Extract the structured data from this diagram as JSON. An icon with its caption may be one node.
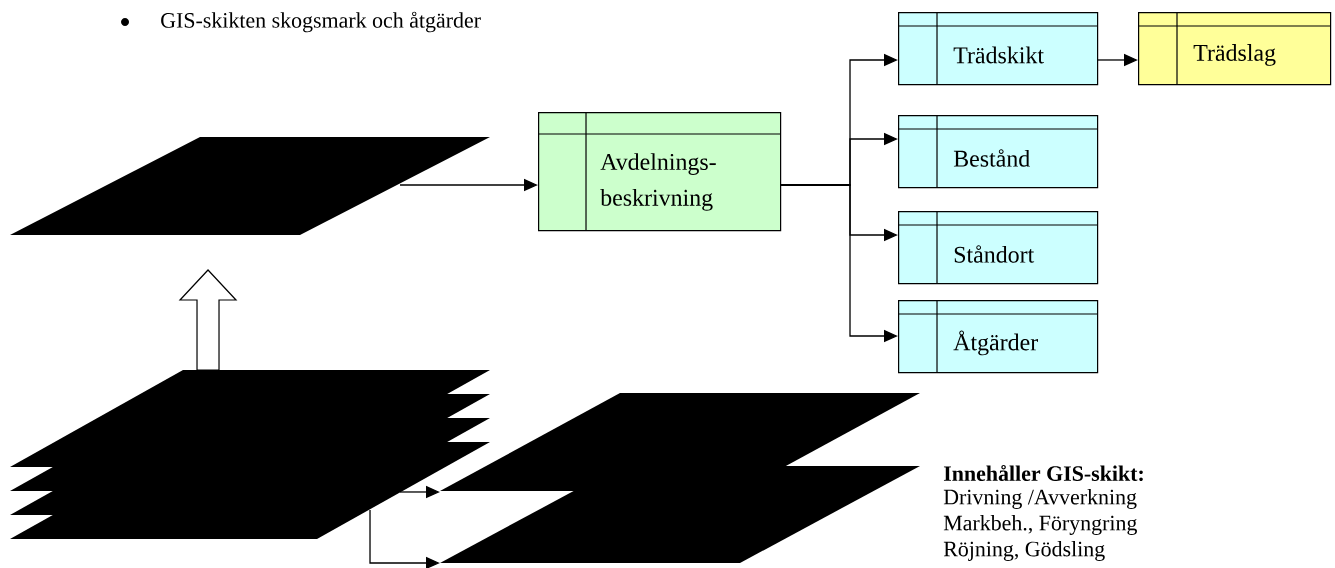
{
  "diagram": {
    "nodes": [
      {
        "text": [],
        "shape": "parallelogram"
      },
      {
        "text": [
          "Avdelnings- beskrivning"
        ]
      },
      {
        "text": [
          "Trädskikt"
        ]
      },
      {
        "text": [
          "Trädslag"
        ]
      },
      {
        "text": [
          "Bestånd"
        ]
      },
      {
        "text": [
          "Ståndort"
        ]
      },
      {
        "text": [
          "Åtgärder"
        ]
      },
      {
        "text": [],
        "shape": "parallelogram"
      },
      {
        "text": [],
        "shape": "parallelogram"
      },
      {
        "text": [],
        "shape": "parallelogram"
      }
    ],
    "edges": [
      {
        "from": 0,
        "to": 1,
        "arrow": "to"
      },
      {
        "from": 1,
        "to": 2,
        "arrow": "to"
      },
      {
        "from": 2,
        "to": 3,
        "arrow": "to"
      },
      {
        "from": 1,
        "to": 4,
        "arrow": "to"
      },
      {
        "from": 1,
        "to": 5,
        "arrow": "to"
      },
      {
        "from": 1,
        "to": 6,
        "arrow": "to"
      },
      {
        "from": 7,
        "to": 0,
        "arrow": "to",
        "style": "thick"
      },
      {
        "from": 7,
        "to": 8,
        "arrow": "to"
      },
      {
        "from": 7,
        "to": 9,
        "arrow": "to"
      }
    ],
    "labels": [
      "GIS-skikten skogsmark och åtgärder",
      "Innehåller GIS-skikt:",
      "Drivning /Avverkning",
      "Markbeh., Föryngring",
      "Röjning, Gödsling"
    ]
  }
}
